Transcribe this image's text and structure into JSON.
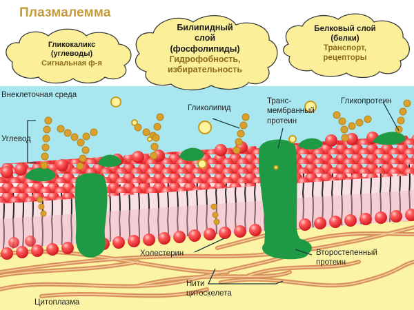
{
  "title": "Плазмалемма",
  "clouds": [
    {
      "id": "glycocalyx",
      "line1": "Гликокаликс",
      "line2": "(углеводы)",
      "function": "Сигнальная ф-я"
    },
    {
      "id": "bilipid",
      "line1": "Билипидный",
      "line2": "слой",
      "line3": "(фосфолипиды)",
      "function1": "Гидрофобность,",
      "function2": "избирательность"
    },
    {
      "id": "protein",
      "line1": "Белковый слой",
      "line2": "(белки)",
      "function1": "Транспорт,",
      "function2": "рецепторы"
    }
  ],
  "labels": {
    "extracellular": "Внеклеточная среда",
    "carbohydrate": "Углевод",
    "glycolipid": "Гликолипид",
    "transmembrane_1": "Транс-",
    "transmembrane_2": "мембранный",
    "transmembrane_3": "протеин",
    "glycoprotein": "Гликопротеин",
    "cholesterol": "Холестерин",
    "peripheral_1": "Второстепенный",
    "peripheral_2": "протеин",
    "cytoskeleton_1": "Нити",
    "cytoskeleton_2": "цитоскелета",
    "cytoplasm": "Цитоплазма"
  },
  "colors": {
    "extracellular": "#a8e6f0",
    "cytoplasm": "#fbf3a6",
    "phospholipid_head": "#e8323a",
    "protein": "#1f9a44",
    "sugar": "#d9a12b",
    "cloud_fill": "#fbef9a",
    "fiber": "#d9935a",
    "title": "#c49a3a"
  }
}
